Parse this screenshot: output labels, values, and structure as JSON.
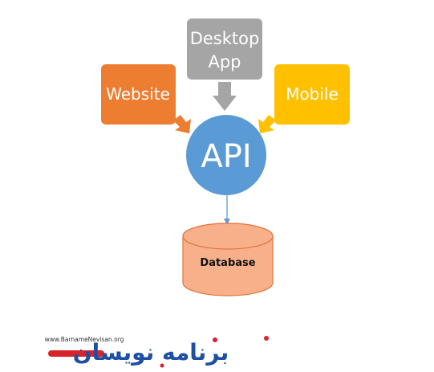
{
  "nodes": {
    "desktop": {
      "line1": "Desktop",
      "line2": "App"
    },
    "website": {
      "label": "Website"
    },
    "mobile": {
      "label": "Mobile"
    },
    "api": {
      "label": "API"
    },
    "database": {
      "label": "Database"
    }
  },
  "logo": {
    "url": "www.BarnameNevisan.org",
    "wordmark": "برنامه نویسان"
  },
  "colors": {
    "desktop": "#a5a5a5",
    "website": "#ed7d31",
    "mobile": "#ffc000",
    "api": "#5b9bd5",
    "database_fill": "#f8b08a",
    "database_stroke": "#e2743c",
    "arrow_blue": "#5b9bd5",
    "logo_blue": "#1f4fa3",
    "logo_red": "#d9232a"
  }
}
